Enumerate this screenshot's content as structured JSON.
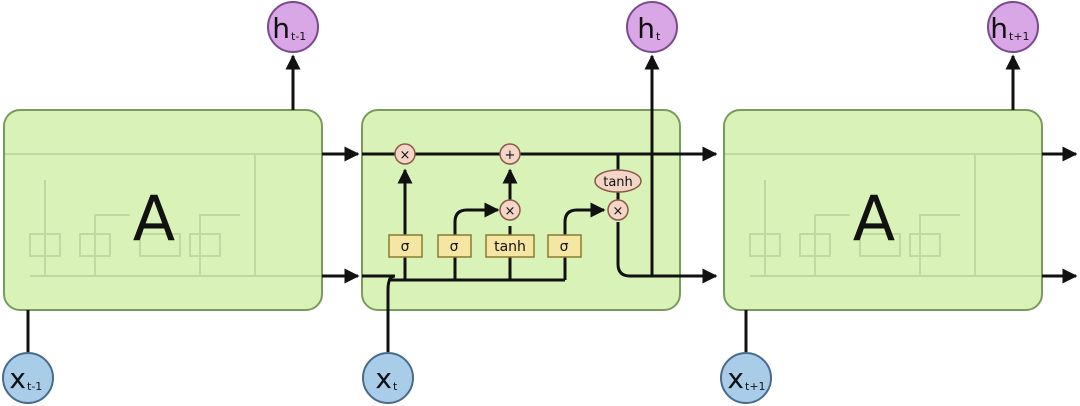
{
  "cells": {
    "left_label": "A",
    "right_label": "A"
  },
  "outputs": {
    "prev": {
      "base": "h",
      "sub": "t-1"
    },
    "curr": {
      "base": "h",
      "sub": "t"
    },
    "next": {
      "base": "h",
      "sub": "t+1"
    }
  },
  "inputs": {
    "prev": {
      "base": "x",
      "sub": "t-1"
    },
    "curr": {
      "base": "x",
      "sub": "t"
    },
    "next": {
      "base": "x",
      "sub": "t+1"
    }
  },
  "gates": {
    "forget": "σ",
    "input": "σ",
    "candidate": "tanh",
    "output": "σ"
  },
  "ops": {
    "forget_mult": "×",
    "add": "+",
    "input_mult": "×",
    "cell_tanh": "tanh",
    "output_mult": "×"
  },
  "colors": {
    "cell_fill": "#d9f2b8",
    "cell_stroke": "#7a9a5e",
    "output_node": "#d9a6e6",
    "input_node": "#a9cde8",
    "gate_fill": "#f5e6a3",
    "op_fill": "#f4d6c8"
  }
}
